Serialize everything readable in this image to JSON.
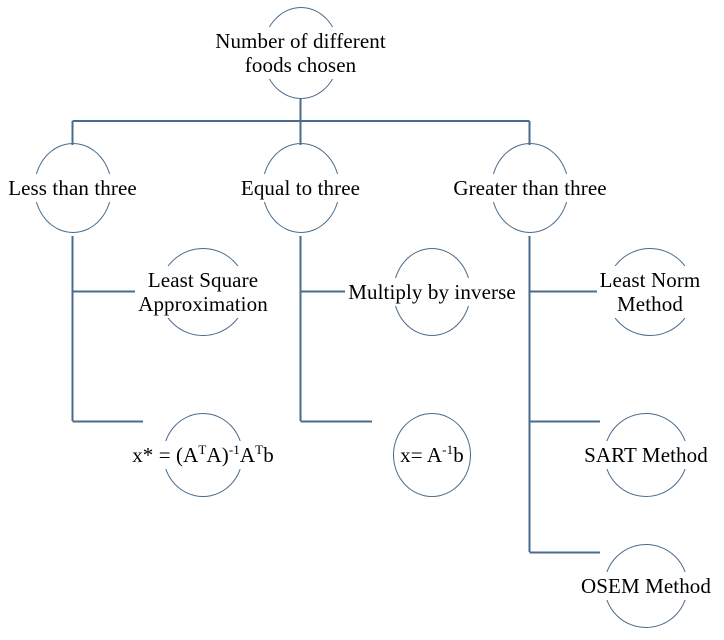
{
  "diagram": {
    "title": "Number of different foods chosen",
    "line_color": "#4a6b8c",
    "text_color": "#000000",
    "background": "#ffffff",
    "root": {
      "id": "root",
      "label_line1": "Number of different",
      "label_line2": "foods chosen"
    },
    "branches": [
      {
        "id": "branch-less-than-three",
        "label": "Less than three",
        "children": [
          {
            "id": "least-square-approximation",
            "label_line1": "Least Square",
            "label_line2": "Approximation"
          },
          {
            "id": "least-square-formula",
            "formula": "x* = (A^T A)^-1 A^T b"
          }
        ]
      },
      {
        "id": "branch-equal-to-three",
        "label": "Equal to three",
        "children": [
          {
            "id": "multiply-by-inverse",
            "label_line1": "Multiply by inverse",
            "label_line2": ""
          },
          {
            "id": "inverse-formula",
            "formula": "x= A^-1 b"
          }
        ]
      },
      {
        "id": "branch-greater-than-three",
        "label": "Greater than three",
        "children": [
          {
            "id": "least-norm-method",
            "label_line1": "Least Norm",
            "label_line2": "Method"
          },
          {
            "id": "sart-method",
            "label_line1": "SART Method",
            "label_line2": ""
          },
          {
            "id": "osem-method",
            "label_line1": "OSEM Method",
            "label_line2": ""
          }
        ]
      }
    ]
  }
}
